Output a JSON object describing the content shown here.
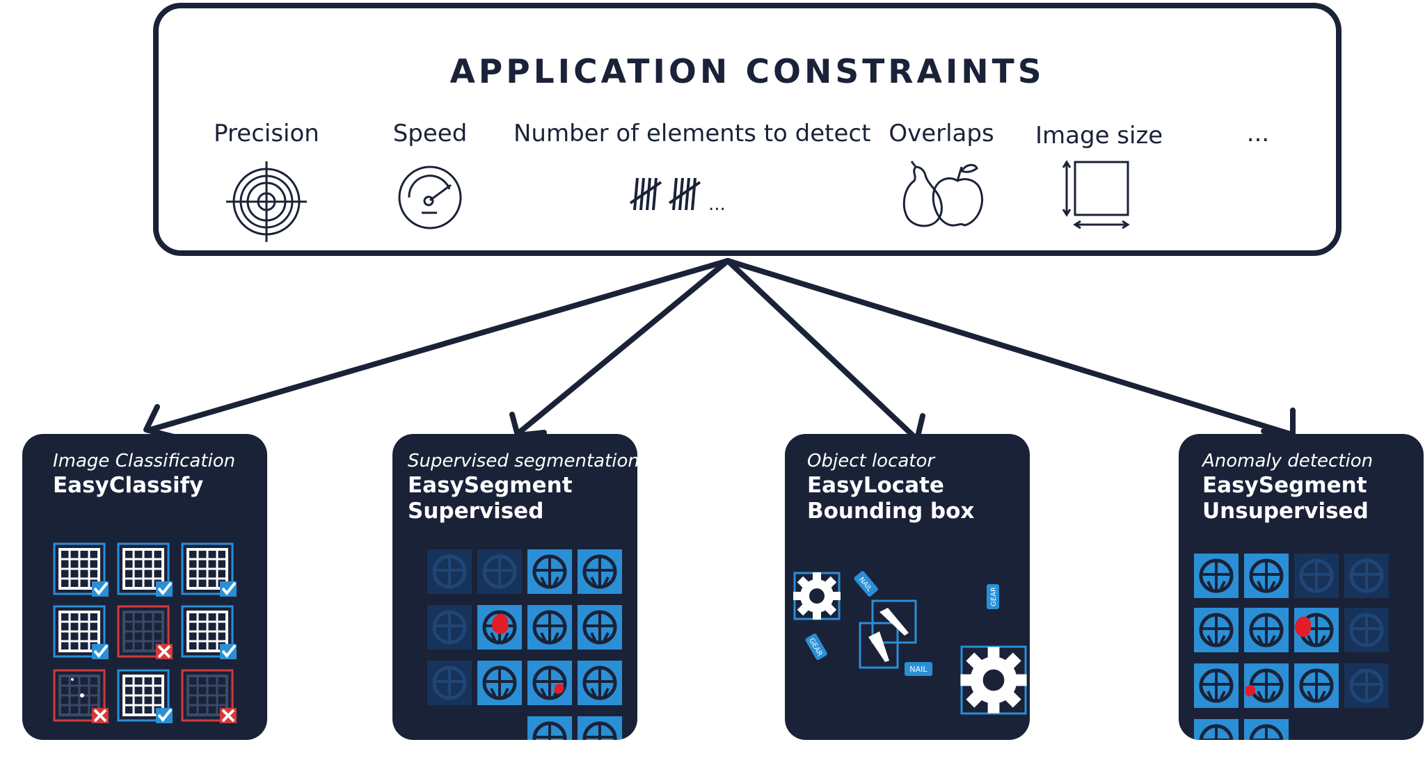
{
  "header": {
    "title": "APPLICATION CONSTRAINTS"
  },
  "constraints": [
    {
      "label": "Precision",
      "icon": "target-icon"
    },
    {
      "label": "Speed",
      "icon": "speedometer-icon"
    },
    {
      "label": "Number of elements to detect",
      "icon": "tally-marks-icon",
      "icon_text": "..."
    },
    {
      "label": "Overlaps",
      "icon": "overlapping-fruits-icon"
    },
    {
      "label": "Image size",
      "icon": "image-size-icon"
    },
    {
      "label": "..."
    }
  ],
  "cards": [
    {
      "subtitle": "Image Classification",
      "title_lines": [
        "EasyClassify"
      ]
    },
    {
      "subtitle": "Supervised segmentation",
      "title_lines": [
        "EasySegment",
        "Supervised"
      ]
    },
    {
      "subtitle": "Object locator",
      "title_lines": [
        "EasyLocate",
        "Bounding box"
      ],
      "tags": [
        "NAIL",
        "GEAR",
        "NAIL",
        "GEAR"
      ]
    },
    {
      "subtitle": "Anomaly detection",
      "title_lines": [
        "EasySegment",
        "Unsupervised"
      ]
    }
  ],
  "colors": {
    "navy": "#1a2238",
    "accent_blue": "#2b8fd6",
    "dark_tile": "#17335a",
    "defect_red": "#e11d2a",
    "reject_red": "#d23a3a"
  }
}
